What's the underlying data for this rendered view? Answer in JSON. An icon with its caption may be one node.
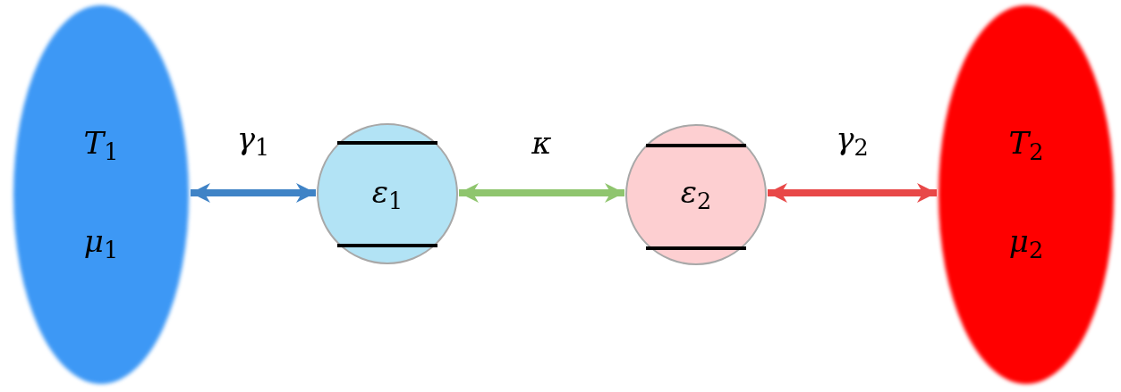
{
  "diagram": {
    "nodes": [
      {
        "text": [
          "*T*$_{1}$",
          "*μ*$_{1}$"
        ]
      },
      {
        "text": [
          "*ε*$_{1}$"
        ]
      },
      {
        "text": [
          "*ε*$_{2}$"
        ]
      },
      {
        "text": [
          "*T*$_{2}$",
          "*μ*$_{2}$"
        ]
      }
    ],
    "edges": [
      {
        "from": 0,
        "to": 1,
        "arrow": "both",
        "label": "*γ*$_{1}$",
        "color": "#3f83c6"
      },
      {
        "from": 1,
        "to": 2,
        "arrow": "both",
        "label": "*κ*",
        "color": "#8fc56e"
      },
      {
        "from": 2,
        "to": 3,
        "arrow": "both",
        "label": "*γ*$_{2}$",
        "color": "#e84848"
      }
    ]
  }
}
